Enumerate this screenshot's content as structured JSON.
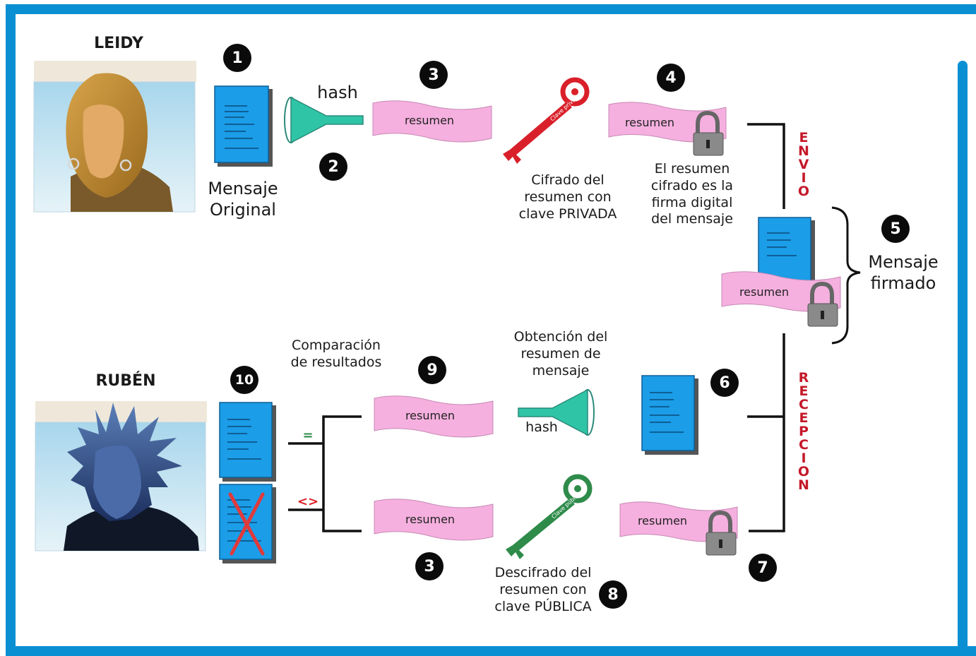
{
  "people": {
    "sender": "LEIDY",
    "receiver": "RUBÉN"
  },
  "steps": [
    "1",
    "2",
    "3",
    "4",
    "5",
    "6",
    "7",
    "8",
    "9",
    "10",
    "3"
  ],
  "labels": {
    "mensaje_original_1": "Mensaje",
    "mensaje_original_2": "Original",
    "hash_top": "hash",
    "hash_bottom": "hash",
    "cifrado_1": "Cifrado del",
    "cifrado_2": "resumen con",
    "cifrado_3": "clave PRIVADA",
    "firma_1": "El resumen",
    "firma_2": "cifrado es la",
    "firma_3": "firma digital",
    "firma_4": "del mensaje",
    "mensaje_firmado_1": "Mensaje",
    "mensaje_firmado_2": "firmado",
    "comparacion_1": "Comparación",
    "comparacion_2": "de resultados",
    "obtencion_1": "Obtención del",
    "obtencion_2": "resumen de",
    "obtencion_3": "mensaje",
    "descifrado_1": "Descifrado del",
    "descifrado_2": "resumen con",
    "descifrado_3": "clave PÚBLICA",
    "envio": [
      "E",
      "N",
      "V",
      "I",
      "O"
    ],
    "recepcion": [
      "R",
      "E",
      "C",
      "E",
      "P",
      "C",
      "I",
      "O",
      "N"
    ],
    "equal_sign": "=",
    "not_equal_sign": "<>"
  },
  "banner_text": "resumen",
  "key_labels": {
    "private": "Clave privada",
    "public": "Clave pública"
  },
  "colors": {
    "frame": "#0a8fd3",
    "document": "#1b9de8",
    "banner": "#f5b0df",
    "private_key": "#d9202a",
    "public_key": "#2e8b4a",
    "funnel": "#2fc4a6",
    "vertical_text": "#c4192a"
  },
  "icons": [
    "document-icon",
    "funnel-icon",
    "private-key-icon",
    "public-key-icon",
    "padlock-icon",
    "avatar-leidy",
    "avatar-ruben",
    "cross-icon"
  ]
}
